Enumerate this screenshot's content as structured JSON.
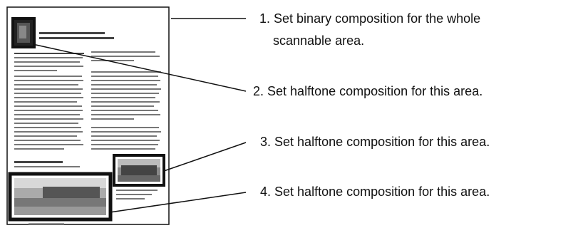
{
  "callouts": [
    {
      "number": "1.",
      "line1": "Set binary composition for the whole",
      "line2": "scannable area."
    },
    {
      "number": "2.",
      "text": "Set halftone composition for this area."
    },
    {
      "number": "3.",
      "text": "Set halftone composition for this area."
    },
    {
      "number": "4.",
      "text": "Set halftone composition for this area."
    }
  ],
  "colors": {
    "line": "#111111",
    "text": "#111111"
  }
}
